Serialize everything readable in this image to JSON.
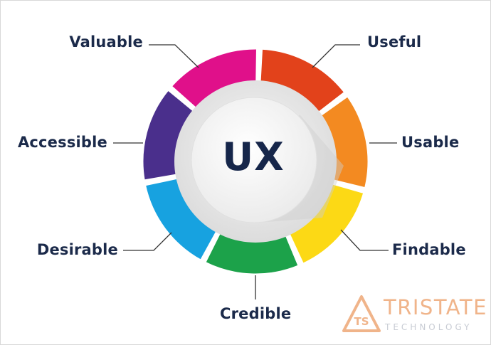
{
  "center": {
    "text": "UX"
  },
  "segments": [
    {
      "id": "useful",
      "label": "Useful",
      "color": "#e2421b"
    },
    {
      "id": "usable",
      "label": "Usable",
      "color": "#f38a21"
    },
    {
      "id": "findable",
      "label": "Findable",
      "color": "#fcd915"
    },
    {
      "id": "credible",
      "label": "Credible",
      "color": "#1ca24a"
    },
    {
      "id": "desirable",
      "label": "Desirable",
      "color": "#17a2e0"
    },
    {
      "id": "accessible",
      "label": "Accessible",
      "color": "#4a2f8c"
    },
    {
      "id": "valuable",
      "label": "Valuable",
      "color": "#e0108a"
    }
  ],
  "logo": {
    "name": "TRISTATE",
    "tagline": "TECHNOLOGY",
    "mark": "TS"
  },
  "colors": {
    "text": "#1b2a4a",
    "leader": "#333333",
    "logo_accent": "#f0b48a"
  }
}
